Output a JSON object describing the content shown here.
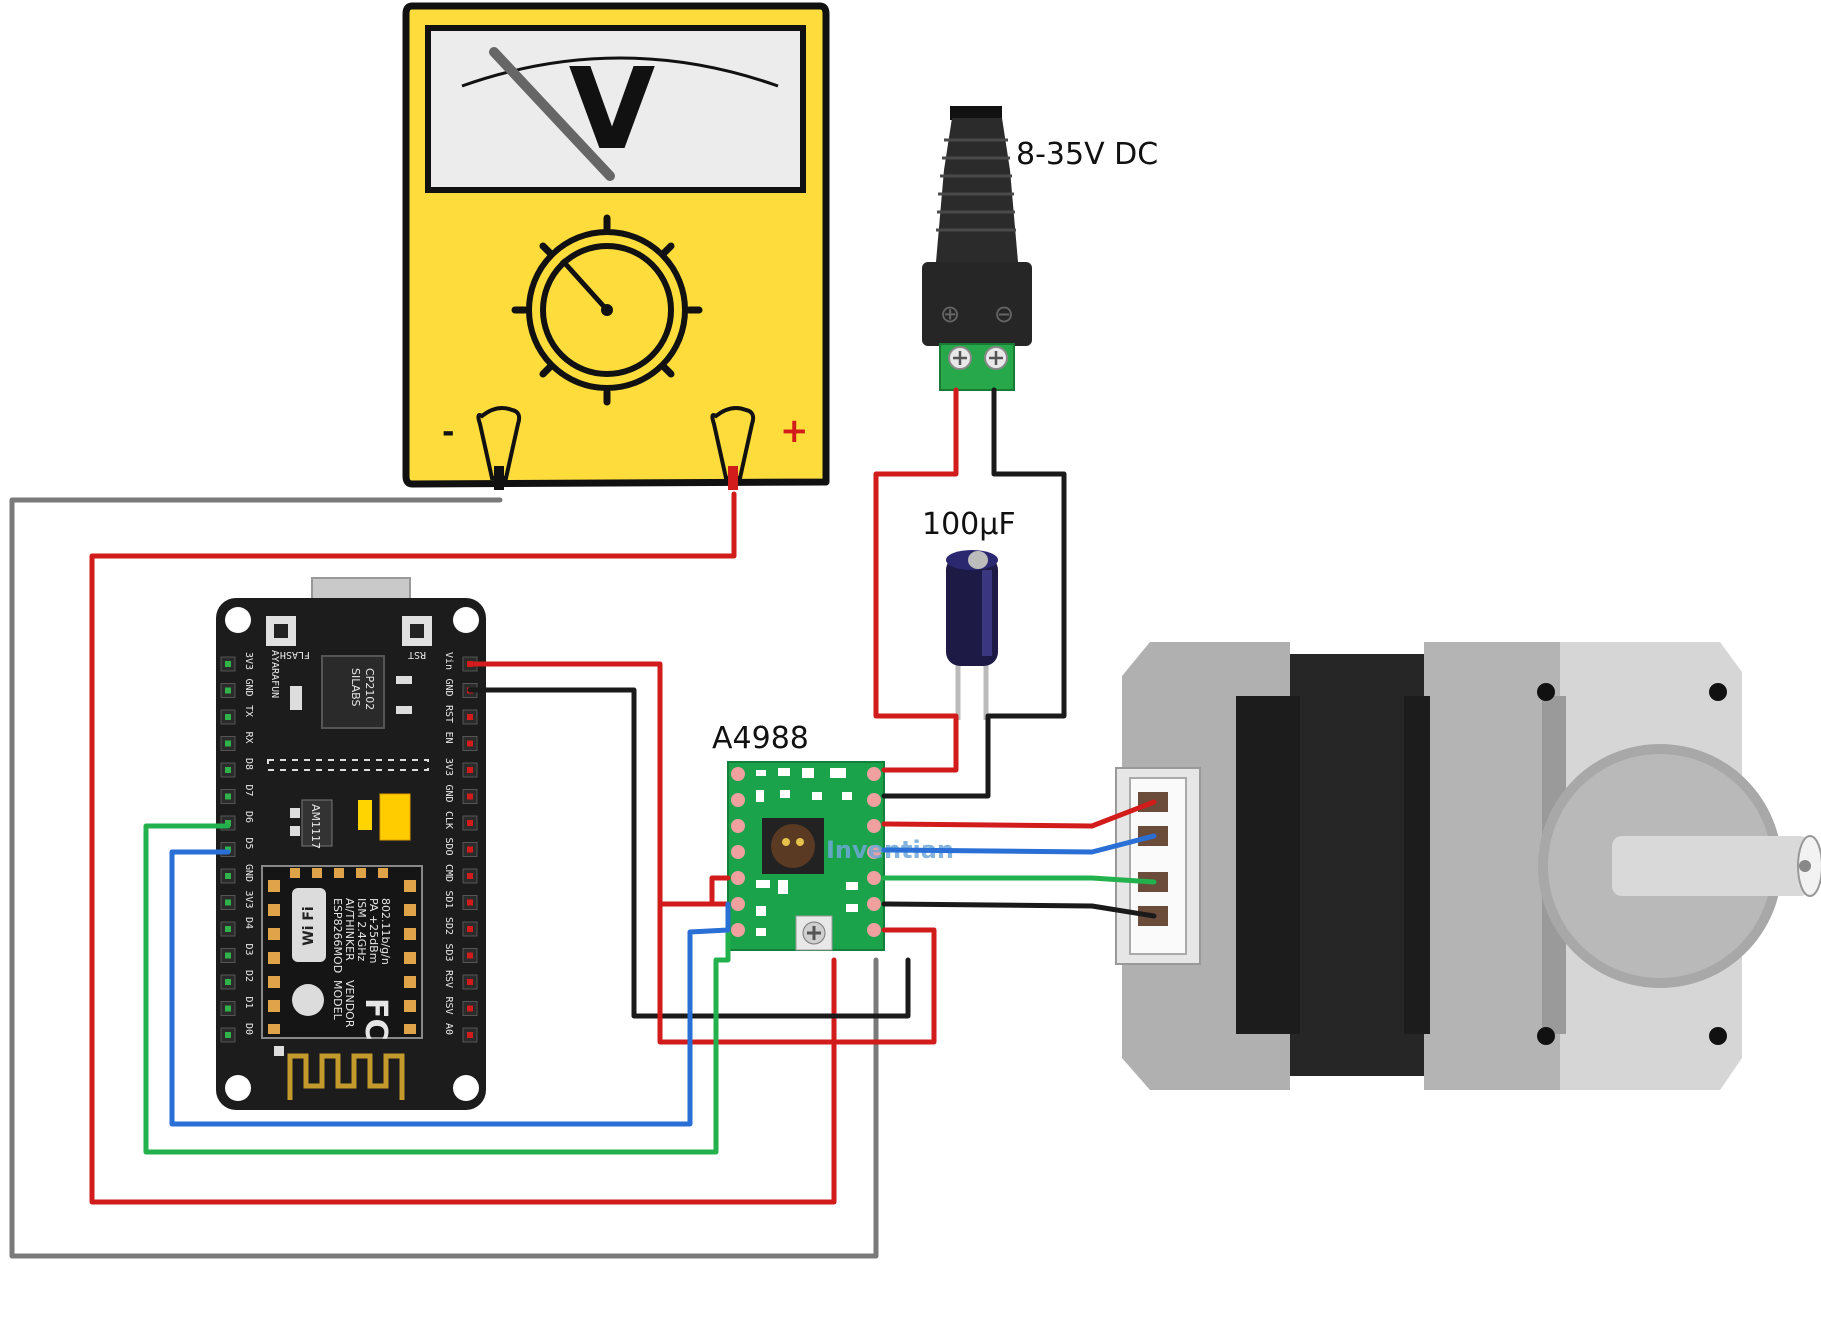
{
  "labels": {
    "power_jack": "8-35V DC",
    "capacitor": "100µF",
    "driver": "A4988"
  },
  "multimeter": {
    "face_symbol": "V",
    "neg_symbol": "-",
    "pos_symbol": "+"
  },
  "dc_jack": {
    "pos_symbol": "⊕",
    "neg_symbol": "⊖"
  },
  "nodemcu": {
    "left_pins": [
      "3V3",
      "GND",
      "TX",
      "RX",
      "D8",
      "D7",
      "D6",
      "D5",
      "GND",
      "3V3",
      "D4",
      "D3",
      "D2",
      "D1",
      "D0"
    ],
    "right_pins": [
      "Vin",
      "GND",
      "RST",
      "EN",
      "3V3",
      "GND",
      "CLK",
      "SDO",
      "CMD",
      "SD1",
      "SD2",
      "SD3",
      "RSV",
      "RSV",
      "A0"
    ],
    "flash_label": "FLASH",
    "rst_label": "RST",
    "usb_chip_line1": "SILABS",
    "usb_chip_line2": "CP2102",
    "brand": "AYARAFUN",
    "regulator": "AM1117",
    "module_lines": [
      "ESP8266MOD",
      "AI/THINKER",
      "ISM 2.4GHz",
      "PA +25dBm",
      "802.11b/g/n"
    ],
    "module_side": [
      "MODEL",
      "VENDOR"
    ],
    "wifi_text": "Wi Fi",
    "fcc_text": "FC"
  },
  "a4988": {
    "watermark": "Inventian"
  },
  "colors": {
    "wire_red": "#d21b1b",
    "wire_black": "#1a1a1a",
    "wire_green": "#22b14c",
    "wire_blue": "#2a6fd6",
    "wire_gray": "#7a7a7a",
    "meter_yellow": "#fddc3c",
    "pcb_black": "#1c1c1c",
    "pcb_green": "#1aa34a",
    "motor_gray": "#bdbdbd"
  }
}
